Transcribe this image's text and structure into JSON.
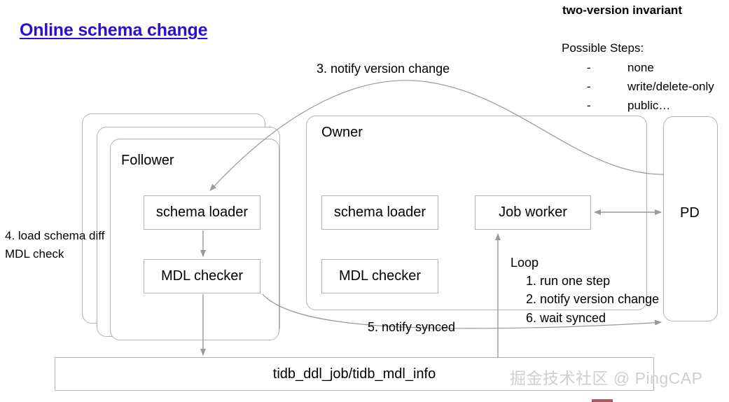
{
  "title": "Online schema change",
  "notes": {
    "invariant": "two-version invariant",
    "steps_title": "Possible Steps:",
    "steps": [
      {
        "dash": "-",
        "label": "none"
      },
      {
        "dash": "-",
        "label": "write/delete-only"
      },
      {
        "dash": "-",
        "label": "public…"
      }
    ]
  },
  "follower": {
    "label": "Follower",
    "schema_loader": "schema loader",
    "mdl_checker": "MDL checker",
    "side_note_line1": "4. load schema diff",
    "side_note_line2": "MDL check"
  },
  "owner": {
    "label": "Owner",
    "schema_loader": "schema loader",
    "mdl_checker": "MDL checker",
    "job_worker": "Job worker",
    "loop": {
      "title": "Loop",
      "items": [
        "1. run one step",
        "2. notify version change",
        "6. wait synced"
      ]
    }
  },
  "pd": {
    "label": "PD"
  },
  "store": {
    "label": "tidb_ddl_job/tidb_mdl_info"
  },
  "edges": {
    "notify_version_change": "3. notify version change",
    "notify_synced": "5. notify synced"
  },
  "watermark": "掘金技术社区 @ PingCAP",
  "colors": {
    "title": "#2d0ecf",
    "stroke": "#b3b3b3",
    "arrow": "#999999",
    "text": "#000000",
    "watermark": "#cfcfcf",
    "bottom_mark": "#b05763"
  }
}
